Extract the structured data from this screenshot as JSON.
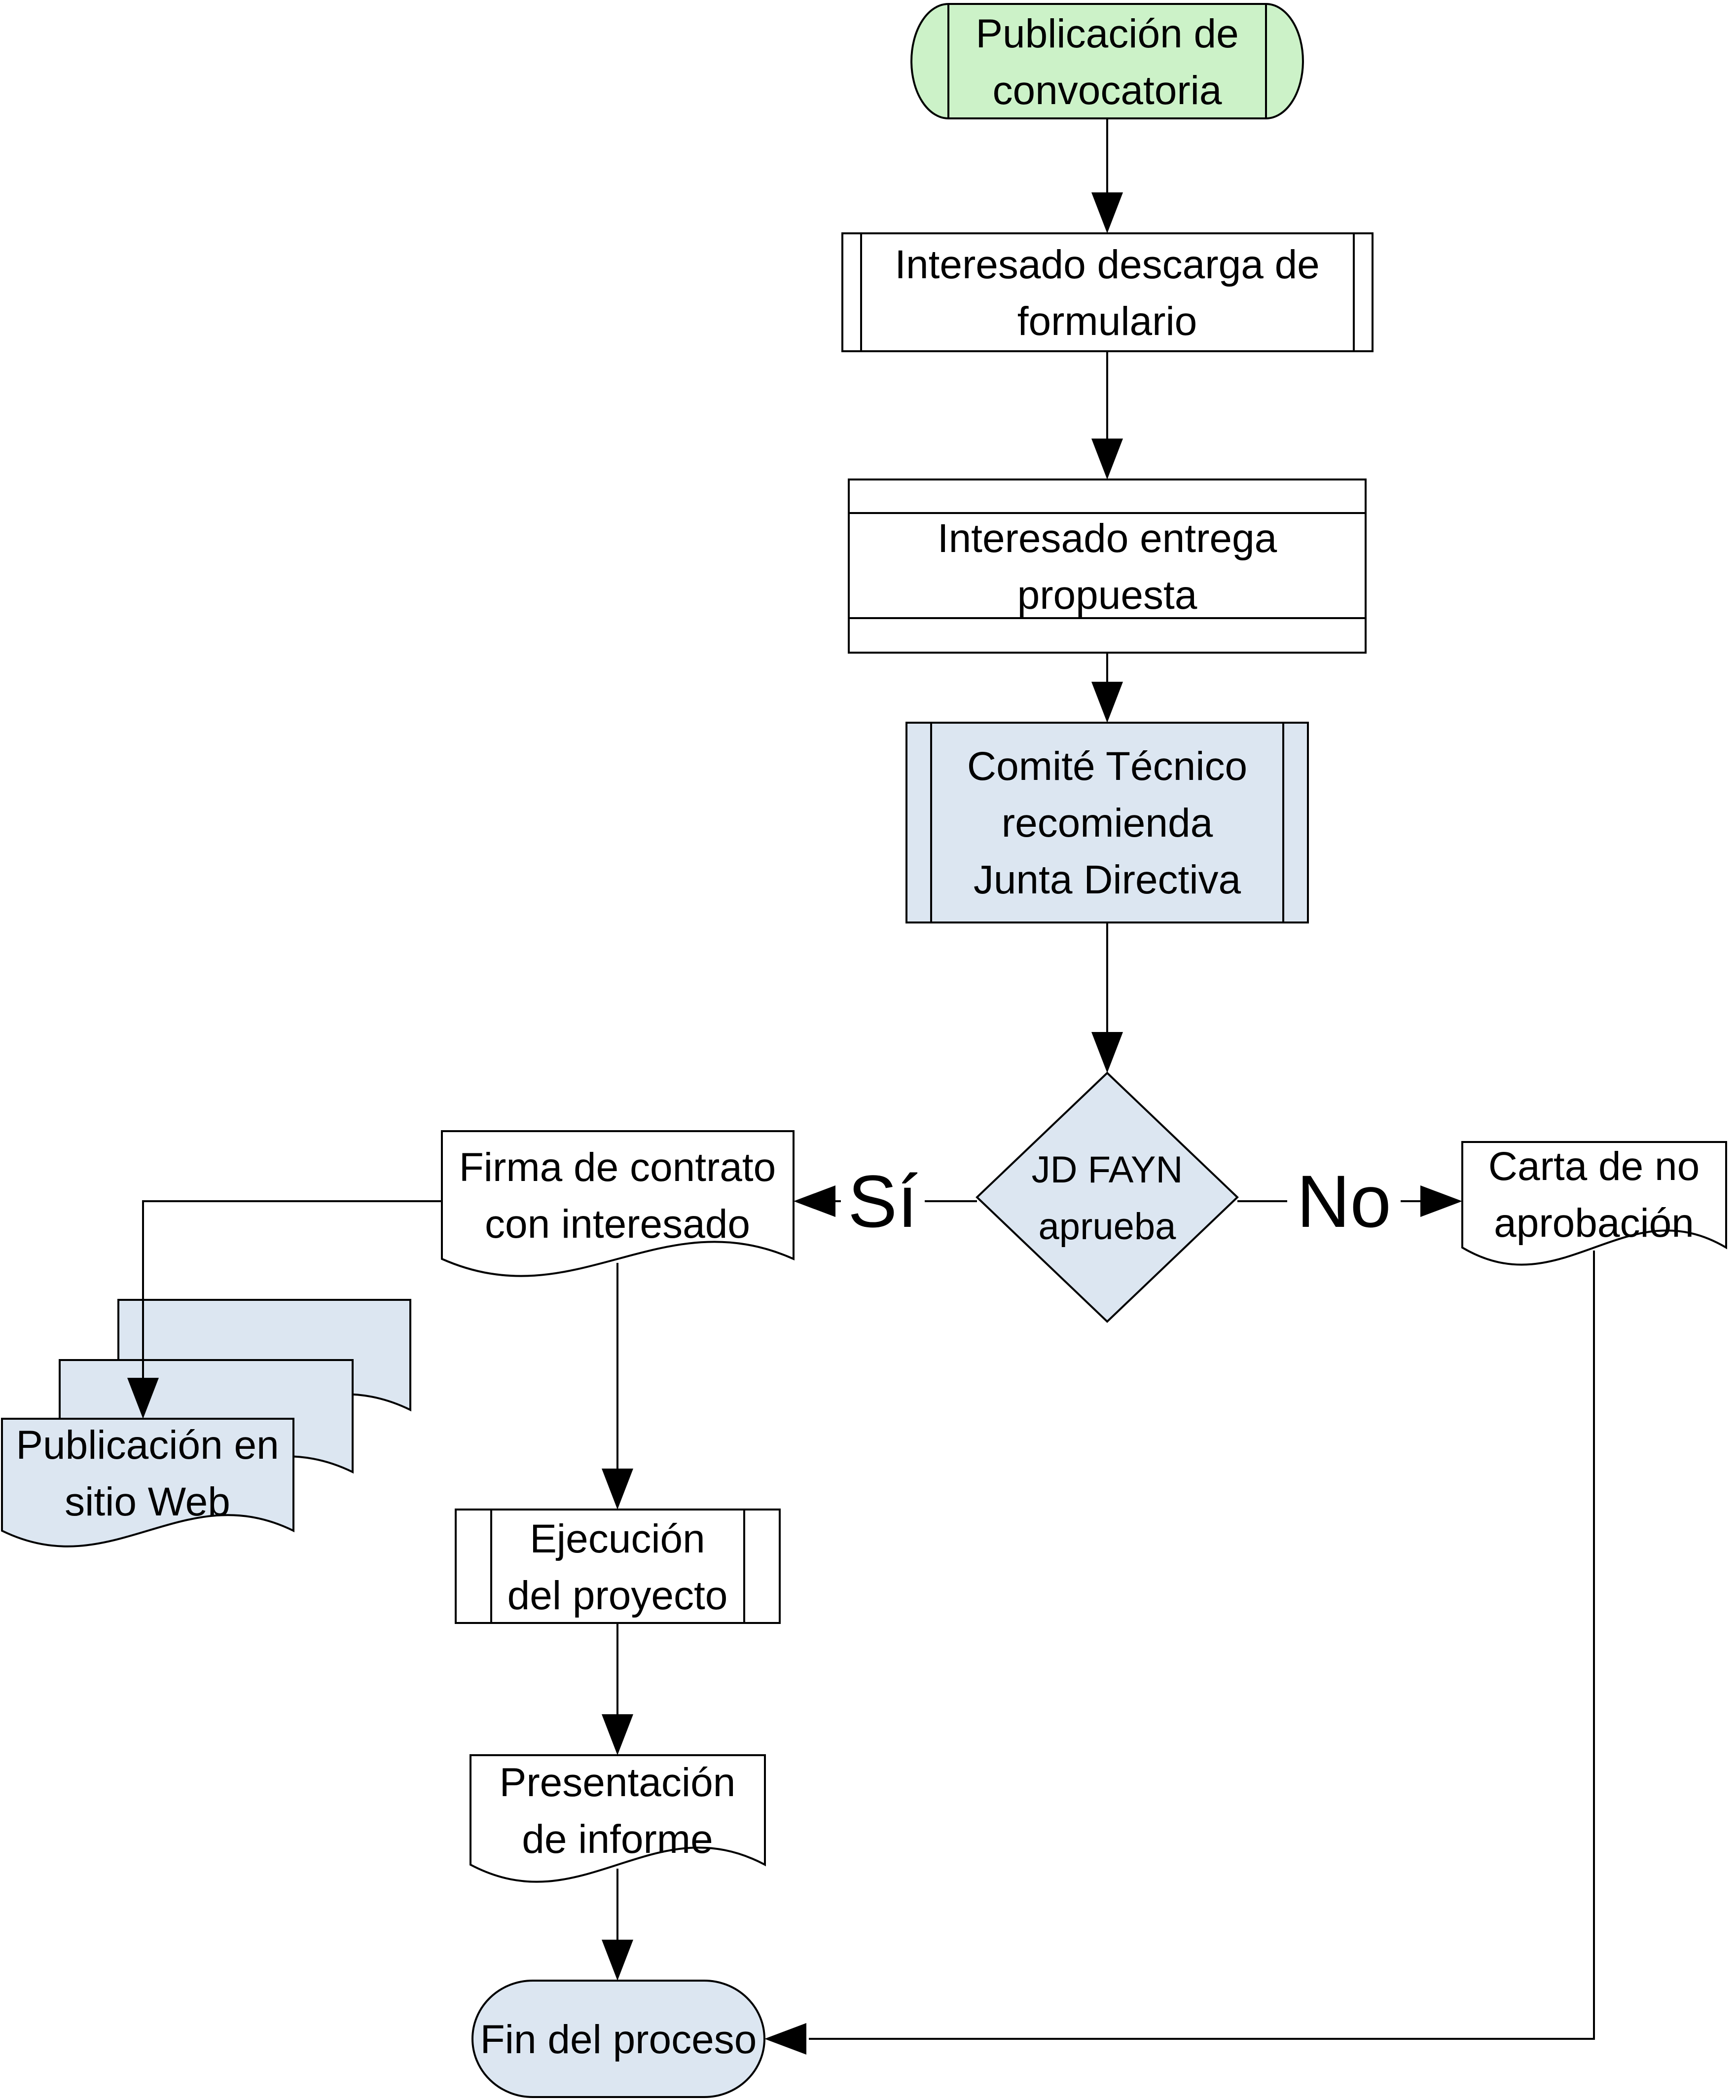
{
  "diagram": {
    "background": "#ffffff",
    "colors": {
      "start_fill": "#ccf2c8",
      "accent_fill": "#dce6f1",
      "document_fill": "#ffffff",
      "stroke": "#000000"
    },
    "nodes": {
      "start": {
        "shape": "terminator",
        "lines": [
          "Publicación de",
          "convocatoria"
        ]
      },
      "descarga": {
        "shape": "predefined-process",
        "lines": [
          "Interesado descarga de",
          "formulario"
        ]
      },
      "entrega": {
        "shape": "process-bands",
        "lines": [
          "Interesado entrega",
          "propuesta"
        ]
      },
      "comite": {
        "shape": "predefined-process",
        "lines": [
          "Comité Técnico",
          "recomienda",
          "Junta Directiva"
        ]
      },
      "decision": {
        "shape": "decision",
        "lines": [
          "JD FAYN",
          "aprueba"
        ]
      },
      "firma": {
        "shape": "document",
        "lines": [
          "Firma de contrato",
          "con interesado"
        ]
      },
      "carta": {
        "shape": "document",
        "lines": [
          "Carta de no",
          "aprobación"
        ]
      },
      "publicacion": {
        "shape": "multi-document",
        "lines": [
          "Publicación en",
          "sitio Web"
        ]
      },
      "ejecucion": {
        "shape": "predefined-process",
        "lines": [
          "Ejecución",
          "del proyecto"
        ]
      },
      "informe": {
        "shape": "document",
        "lines": [
          "Presentación",
          "de informe"
        ]
      },
      "fin": {
        "shape": "terminator",
        "lines": [
          "Fin del proceso"
        ]
      }
    },
    "edge_labels": {
      "yes": "Sí",
      "no": "No"
    }
  }
}
